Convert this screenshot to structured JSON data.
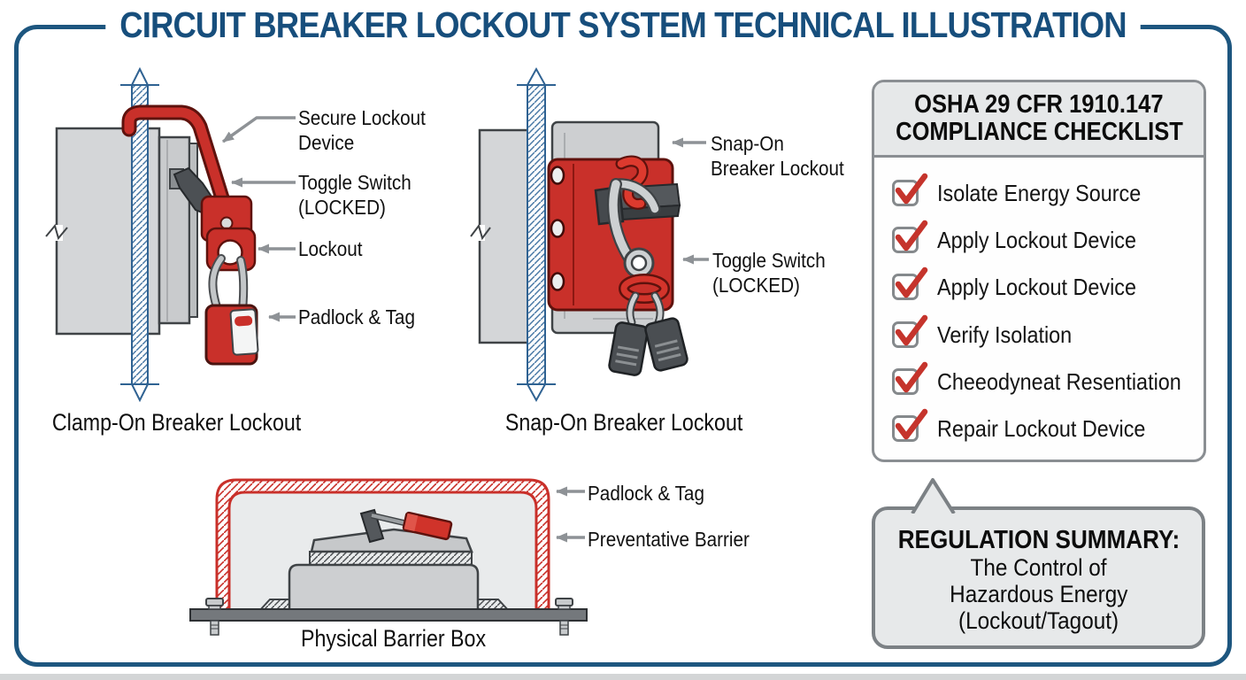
{
  "page": {
    "title": "CIRCUIT BREAKER LOCKOUT SYSTEM TECHNICAL ILLUSTRATION"
  },
  "colors": {
    "frame_blue": "#1d567f",
    "title_blue": "#174e7c",
    "device_red": "#c9302a",
    "outline_dark": "#3f4346",
    "arrow_gray": "#8e9296",
    "check_red": "#c5342c",
    "panel_border_gray": "#8a8e92",
    "panel_header_bg": "#e6e8e9",
    "bubble_bg": "#e7e9ea",
    "rail_blue": "#2f6292"
  },
  "clamp_on": {
    "caption": "Clamp-On Breaker Lockout",
    "labels": [
      {
        "lines": [
          "Secure Lockout",
          "Device"
        ]
      },
      {
        "lines": [
          "Toggle Switch",
          "(LOCKED)"
        ]
      },
      {
        "lines": [
          "Lockout"
        ]
      },
      {
        "lines": [
          "Padlock & Tag"
        ]
      }
    ]
  },
  "snap_on": {
    "caption": "Snap-On Breaker Lockout",
    "labels": [
      {
        "lines": [
          "Snap-On",
          "Breaker Lockout"
        ]
      },
      {
        "lines": [
          "Toggle Switch",
          "(LOCKED)"
        ]
      }
    ]
  },
  "barrier": {
    "caption": "Physical Barrier Box",
    "labels": [
      {
        "lines": [
          "Padlock & Tag"
        ]
      },
      {
        "lines": [
          "Preventative Barrier"
        ]
      }
    ]
  },
  "checklist": {
    "header_line1": "OSHA 29 CFR 1910.147",
    "header_line2": "COMPLIANCE CHECKLIST",
    "items": [
      "Isolate Energy Source",
      "Apply Lockout Device",
      "Apply Lockout Device",
      "Verify Isolation",
      "Cheeodyneat Resentiation",
      "Repair Lockout Device"
    ]
  },
  "regulation": {
    "heading": "REGULATION SUMMARY:",
    "lines": [
      "The Control of",
      "Hazardous Energy",
      "(Lockout/Tagout)"
    ]
  }
}
